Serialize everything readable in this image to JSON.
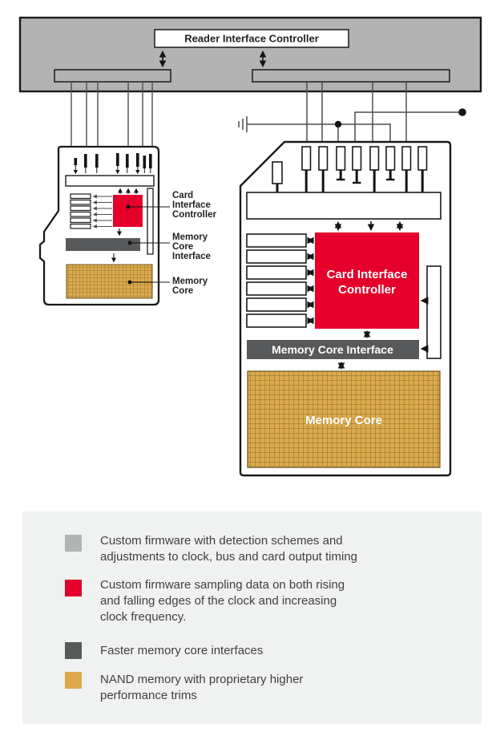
{
  "reader": {
    "title": "Reader Interface Controller"
  },
  "microsd": {
    "label_cic": {
      "l1": "Card",
      "l2": "Interface",
      "l3": "Controller"
    },
    "label_mci": {
      "l1": "Memory",
      "l2": "Core",
      "l3": "Interface"
    },
    "label_mc": {
      "l1": "Memory",
      "l2": "Core"
    }
  },
  "sd": {
    "cic_line1": "Card Interface",
    "cic_line2": "Controller",
    "mci": "Memory Core Interface",
    "mc": "Memory Core"
  },
  "legend": {
    "items": [
      {
        "swatch": "gray",
        "color": "#b1b3b5",
        "lines": [
          "Custom firmware with detection schemes and",
          "adjustments to clock, bus and card output timing"
        ]
      },
      {
        "swatch": "red",
        "color": "#e4002b",
        "lines": [
          "Custom firmware sampling data on both rising",
          "and falling edges of the clock and increasing",
          "clock frequency."
        ]
      },
      {
        "swatch": "dark-gray",
        "color": "#58595b",
        "lines": [
          "Faster memory core interfaces"
        ]
      },
      {
        "swatch": "gold",
        "color": "#dcaa4d",
        "lines": [
          "NAND memory with proprietary higher",
          "performance trims"
        ]
      }
    ]
  },
  "colors": {
    "host_gray": "#b3b3b3",
    "accent_red": "#e4002b",
    "interface_dark_gray": "#58595b",
    "memory_gold": "#dcaa4d",
    "legend_panel": "#f0f1f1",
    "line_black": "#1a1a1a",
    "text_dark": "#231f20"
  }
}
